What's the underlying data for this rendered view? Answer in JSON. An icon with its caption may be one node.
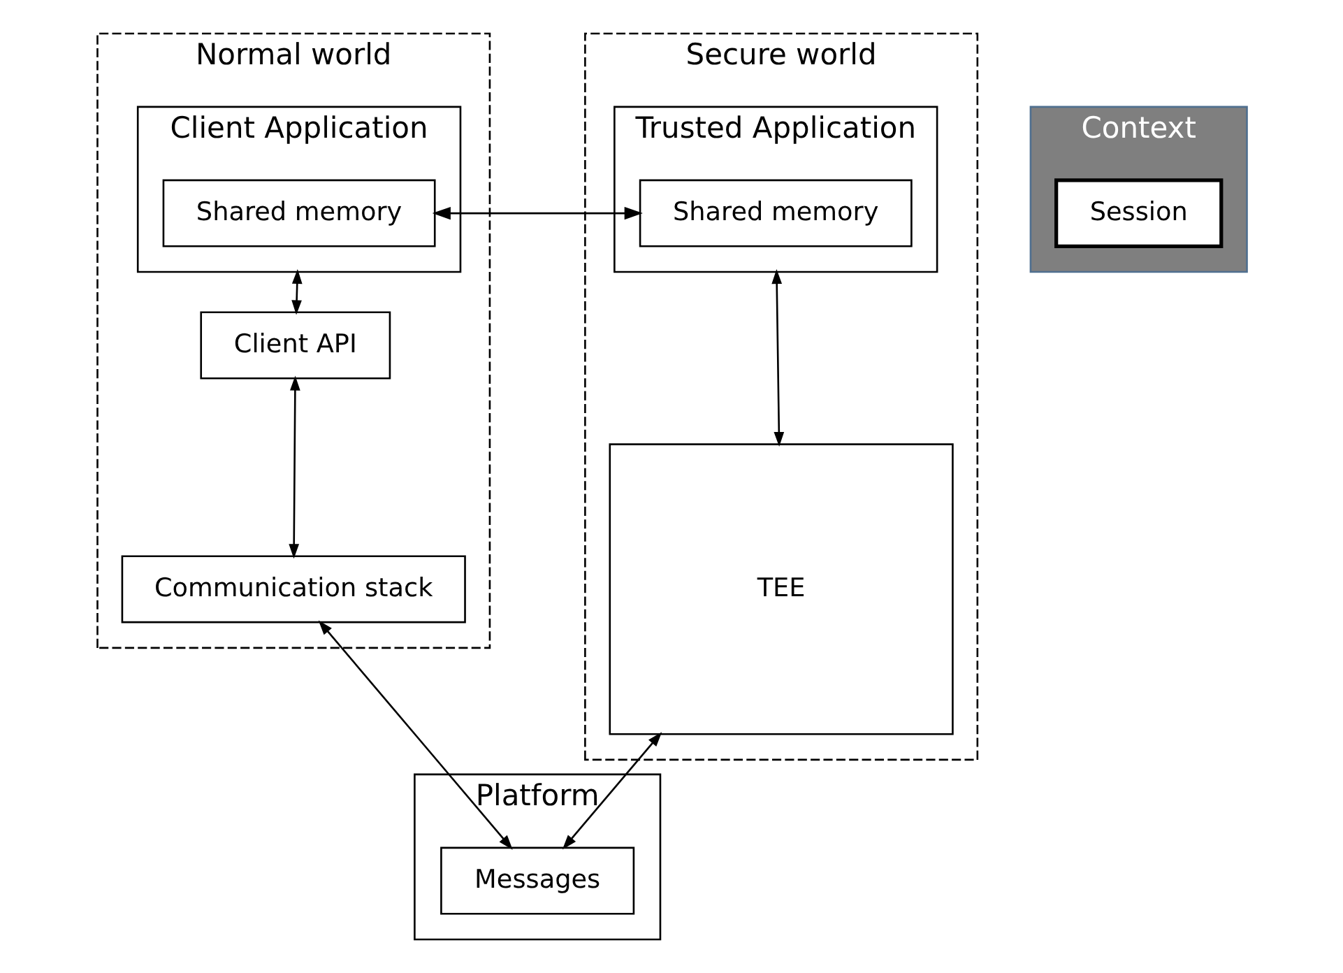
{
  "diagram": {
    "nodes": [
      {
        "text": [
          "Normal world"
        ]
      },
      {
        "text": [
          "Client Application"
        ],
        "in": 0
      },
      {
        "text": [
          "Shared memory"
        ],
        "in": 1
      },
      {
        "text": [
          "Client API"
        ],
        "in": 0
      },
      {
        "text": [
          "Communication stack"
        ],
        "in": 0
      },
      {
        "text": [
          "Context"
        ]
      },
      {
        "text": [
          "Session"
        ],
        "in": 5
      },
      {
        "text": [
          "Secure world"
        ]
      },
      {
        "text": [
          "Trusted Application"
        ],
        "in": 7
      },
      {
        "text": [
          "Shared memory"
        ],
        "in": 8
      },
      {
        "text": [
          "TEE"
        ],
        "in": 7
      },
      {
        "text": [
          "Platform"
        ]
      },
      {
        "text": [
          "Messages"
        ],
        "in": 11
      }
    ],
    "edges": [
      {
        "from": 2,
        "to": 9,
        "arrow": "both"
      },
      {
        "from": 1,
        "to": 3,
        "arrow": "both"
      },
      {
        "from": 3,
        "to": 4,
        "arrow": "both"
      },
      {
        "from": 8,
        "to": 10,
        "arrow": "both"
      },
      {
        "from": 4,
        "to": 12,
        "arrow": "both"
      },
      {
        "from": 10,
        "to": 12,
        "arrow": "both"
      }
    ]
  }
}
